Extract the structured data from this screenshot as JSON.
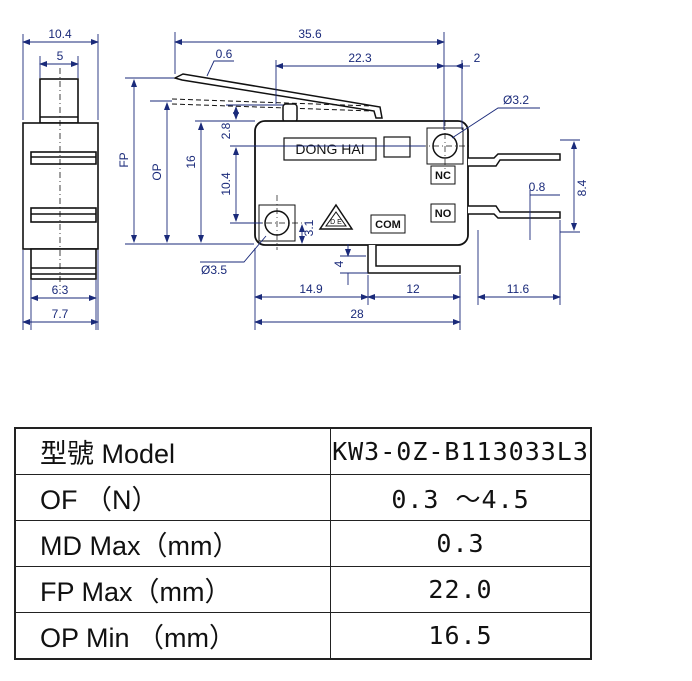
{
  "dimensions": {
    "d_10_4": "10.4",
    "d_5": "5",
    "d_35_6": "35.6",
    "d_0_6": "0.6",
    "d_22_3": "22.3",
    "d_2": "2",
    "d_phi_3_2": "Ø3.2",
    "d_2_8": "2.8",
    "d_fp": "FP",
    "d_op": "OP",
    "d_16": "16",
    "d_10_4_v": "10.4",
    "d_3_1": "3.1",
    "d_0_8": "0.8",
    "d_8_4": "8.4",
    "d_phi_3_5": "Ø3.5",
    "d_4": "4",
    "d_14_9": "14.9",
    "d_12": "12",
    "d_11_6": "11.6",
    "d_28": "28",
    "d_6_3": "6.3",
    "d_7_7": "7.7"
  },
  "switch_markings": {
    "brand": "DONG HAI",
    "nc": "NC",
    "no": "NO",
    "com": "COM",
    "cert": "D E"
  },
  "spec_table": [
    {
      "label": "型號  Model",
      "value": "KW3-0Z-B113033L3"
    },
    {
      "label": "OF   （N）",
      "value": "0.3 ～4.5"
    },
    {
      "label": "MD   Max（mm）",
      "value": "0.3"
    },
    {
      "label": "FP   Max（mm）",
      "value": "22.0"
    },
    {
      "label": "OP   Min （mm）",
      "value": "16.5"
    }
  ]
}
